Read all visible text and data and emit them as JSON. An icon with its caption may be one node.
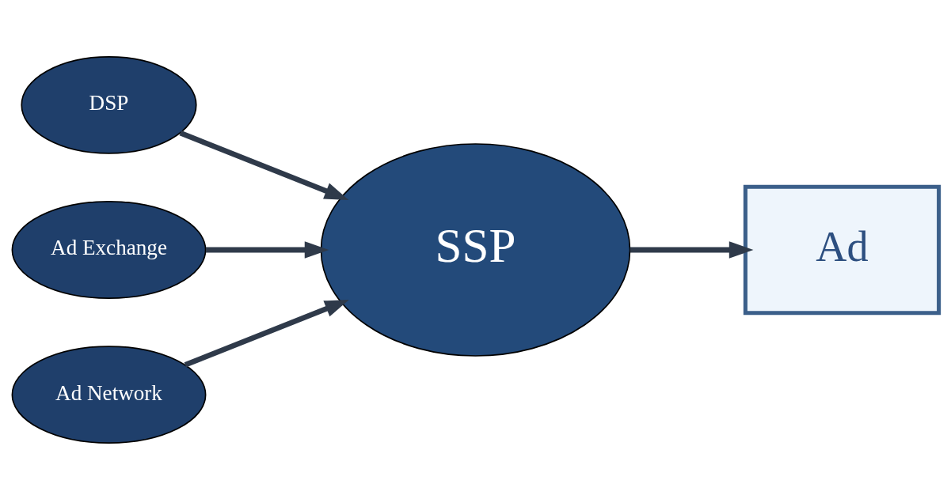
{
  "diagram": {
    "nodes": [
      {
        "text": [
          "DSP"
        ]
      },
      {
        "text": [
          "Ad Exchange"
        ]
      },
      {
        "text": [
          "Ad Network"
        ]
      },
      {
        "text": [
          "SSP"
        ]
      },
      {
        "text": [
          "Ad"
        ]
      }
    ],
    "edges": [
      {
        "from": 0,
        "to": 3,
        "arrow": "to"
      },
      {
        "from": 1,
        "to": 3,
        "arrow": "to"
      },
      {
        "from": 2,
        "to": 3,
        "arrow": "to"
      },
      {
        "from": 3,
        "to": 4,
        "arrow": "to"
      }
    ]
  }
}
